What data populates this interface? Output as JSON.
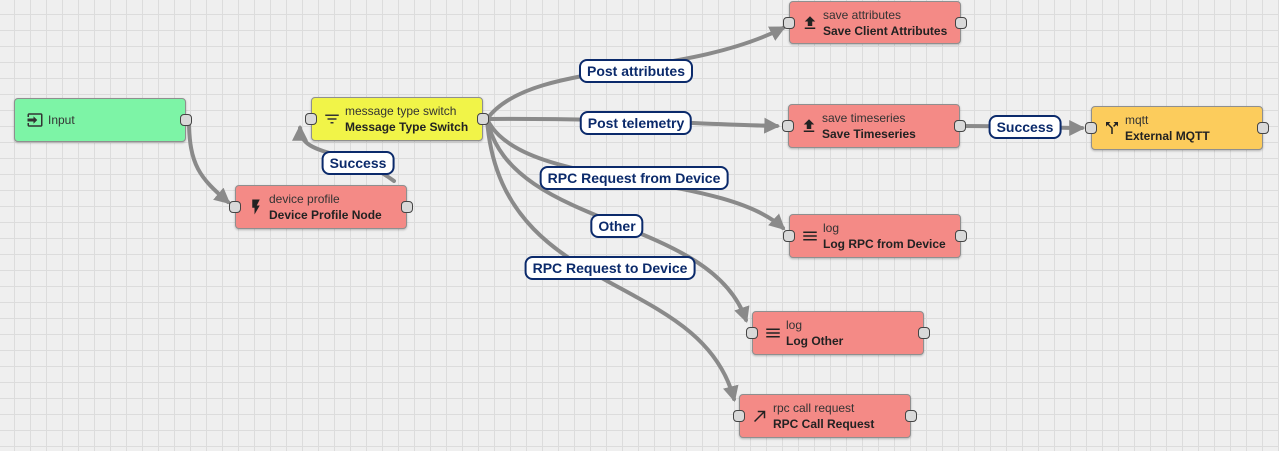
{
  "colors": {
    "input": "#7df4a6",
    "filter": "#f1f448",
    "enrichment": "#f48a86",
    "action": "#f48a86",
    "external": "#fccc5c",
    "wire": "#8a8a8a",
    "label_border": "#0b2a6b"
  },
  "nodes": {
    "input": {
      "label": "Input",
      "icon": "input-icon"
    },
    "device_profile": {
      "type": "device profile",
      "name": "Device Profile Node",
      "icon": "flash-icon"
    },
    "msg_switch": {
      "type": "message type switch",
      "name": "Message Type Switch",
      "icon": "filter-icon"
    },
    "save_attributes": {
      "type": "save attributes",
      "name": "Save Client Attributes",
      "icon": "upload-icon"
    },
    "save_timeseries": {
      "type": "save timeseries",
      "name": "Save Timeseries",
      "icon": "upload-icon"
    },
    "mqtt": {
      "type": "mqtt",
      "name": "External MQTT",
      "icon": "call-split-icon"
    },
    "log_rpc": {
      "type": "log",
      "name": "Log RPC from Device",
      "icon": "menu-icon"
    },
    "log_other": {
      "type": "log",
      "name": "Log Other",
      "icon": "menu-icon"
    },
    "rpc_call": {
      "type": "rpc call request",
      "name": "RPC Call Request",
      "icon": "arrow-up-right-icon"
    }
  },
  "connections": {
    "success_profile": "Success",
    "post_attributes": "Post attributes",
    "post_telemetry": "Post telemetry",
    "rpc_from_device": "RPC Request from Device",
    "other": "Other",
    "rpc_to_device": "RPC Request to Device",
    "success_mqtt": "Success"
  }
}
